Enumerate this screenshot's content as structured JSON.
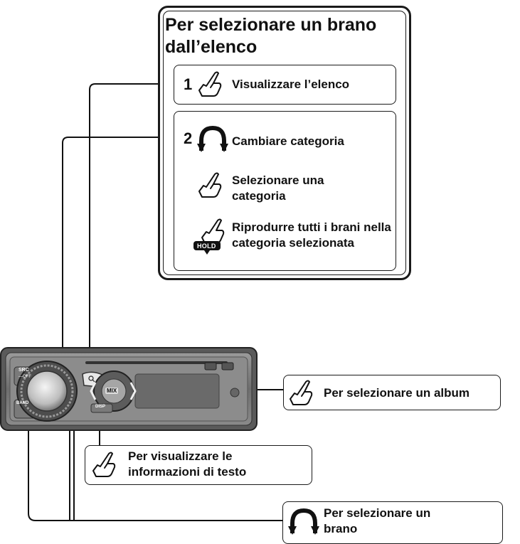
{
  "panel": {
    "title": "Per selezionare un brano dall’elenco",
    "step1": {
      "number": "1",
      "label": "Visualizzare l’elenco"
    },
    "step2": {
      "number": "2",
      "label": "Cambiare categoria",
      "sub_select": "Selezionare una categoria",
      "sub_play_all": "Riprodurre tutti i brani nella categoria selezionata",
      "hold_text": "HOLD"
    }
  },
  "callouts": {
    "album": "Per selezionare un album",
    "text_info": "Per visualizzare le informazioni di testo",
    "track": "Per selezionare un brano"
  },
  "device": {
    "src_label": "SRC",
    "src_sub": "—OFF",
    "band_label": "BAND",
    "mix_label": "MIX",
    "disp_label": "DISP"
  }
}
